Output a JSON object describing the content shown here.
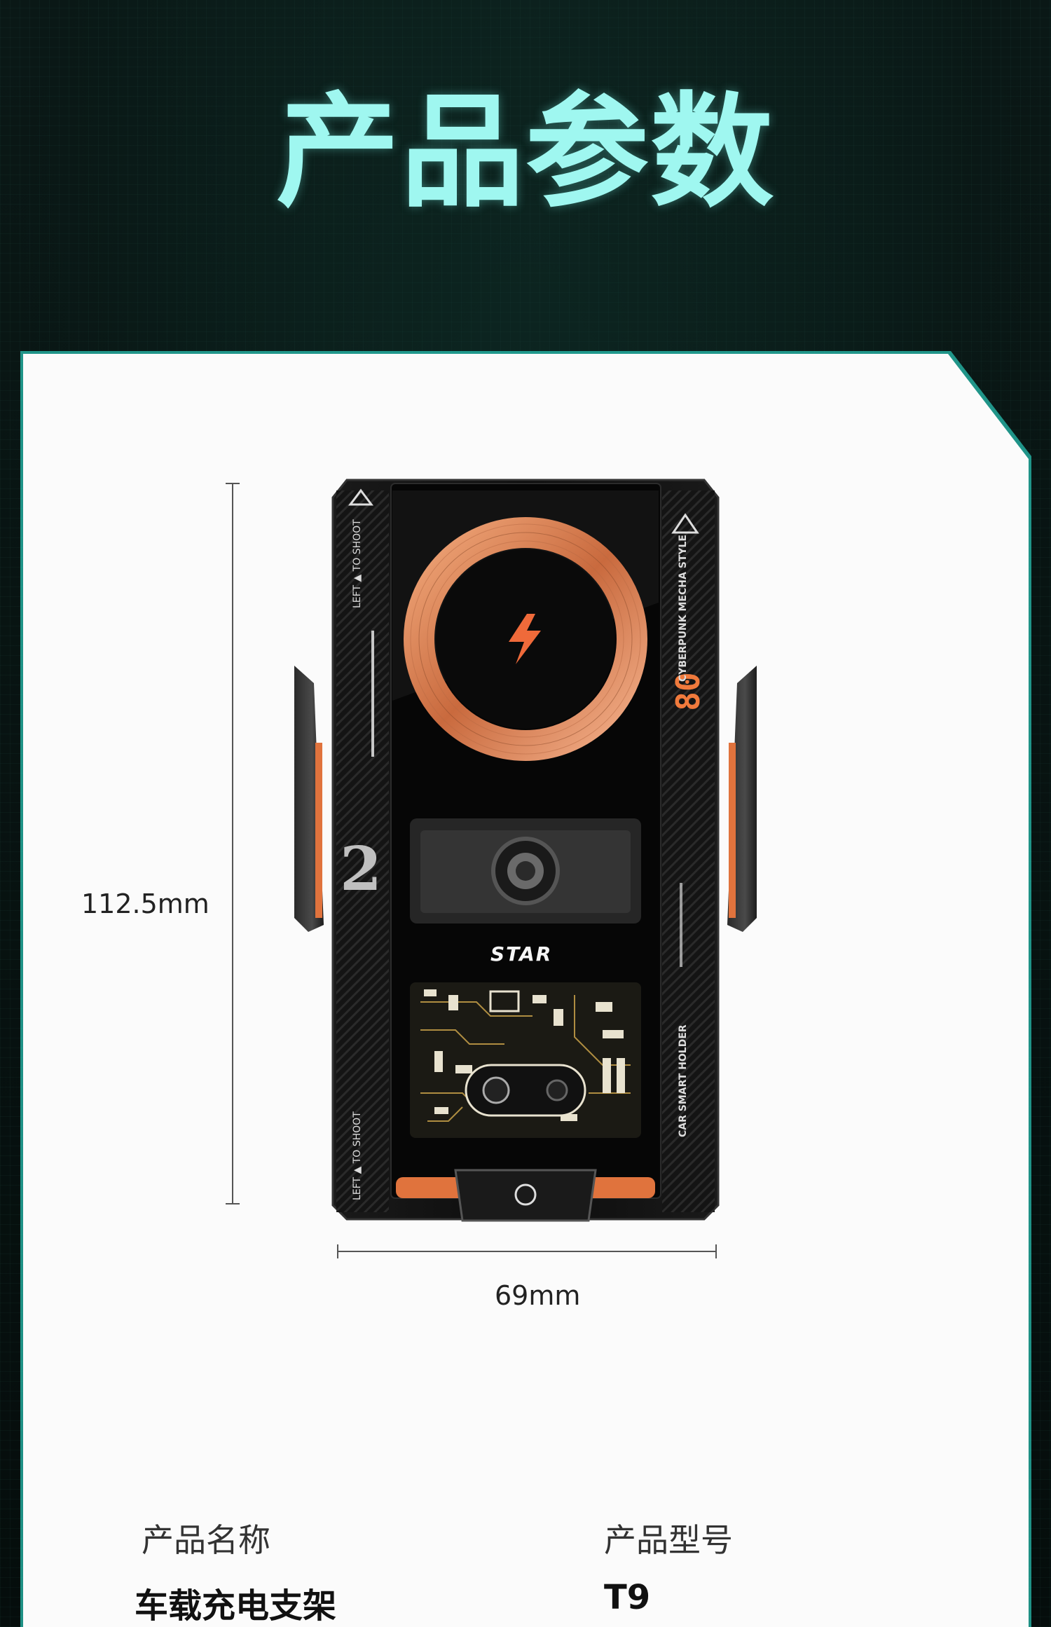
{
  "header": {
    "title": "产品参数"
  },
  "dimensions": {
    "height": "112.5mm",
    "width": "69mm"
  },
  "device_print": {
    "brand": "STAR",
    "side_left_top": "LEFT ▲ TO SHOOT",
    "side_left_bottom": "LEFT ▲ TO SHOOT",
    "side_right_top": "CYBERPUNK MECHA STYLE",
    "side_right_bottom": "CAR SMART HOLDER",
    "number_80": "80",
    "number_2": "2"
  },
  "specs": [
    {
      "label": "产品名称",
      "value": "车载充电支架"
    },
    {
      "label": "产品型号",
      "value": "T9"
    }
  ],
  "colors": {
    "title": "#9ff7f0",
    "accent": "#f07a3c",
    "panel": "#fbfbfb"
  }
}
